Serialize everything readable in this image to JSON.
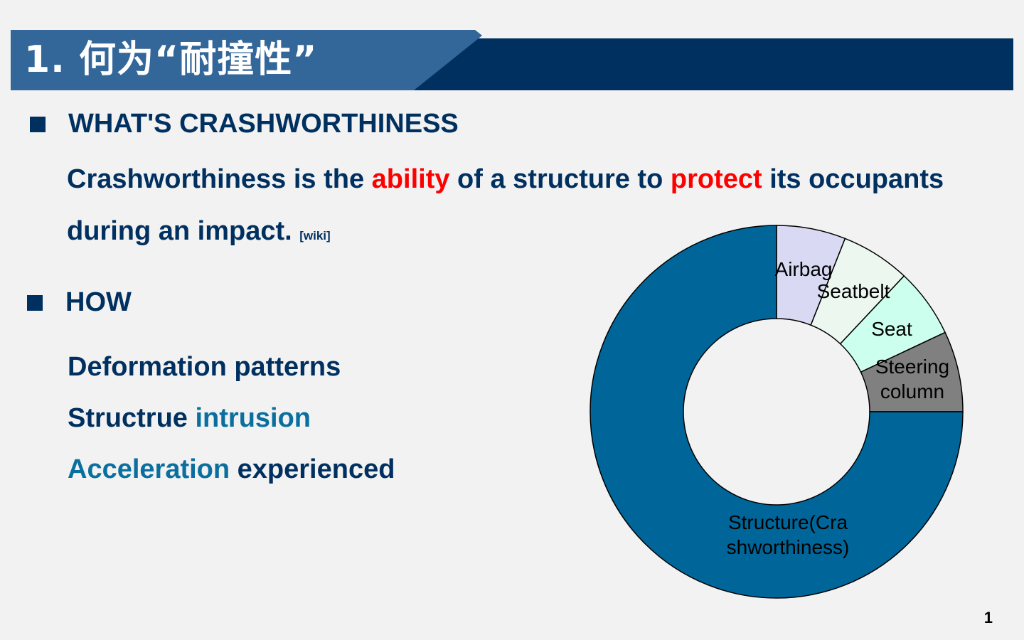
{
  "title": "1. 何为“耐撞性”",
  "section1": {
    "heading": "WHAT'S CRASHWORTHINESS",
    "line1": {
      "part1": "Crashworthiness is the ",
      "highlight1": "ability",
      "part2": " of a structure to ",
      "highlight2": "protect",
      "part3": " its occupants"
    },
    "line2": {
      "text": "during an impact. ",
      "ref": "[wiki]"
    }
  },
  "section2": {
    "heading": "HOW",
    "item1": "Deformation patterns",
    "item2": {
      "part1": "Structrue ",
      "highlight": "intrusion"
    },
    "item3": {
      "highlight": "Acceleration",
      "part2": " experienced"
    }
  },
  "page_number": "1",
  "colors": {
    "navy": "#00305f",
    "title_light": "#336699",
    "accent_red": "#ff0000",
    "accent_teal": "#0a6f9e"
  },
  "chart_data": {
    "type": "pie",
    "subtype": "donut",
    "title": "",
    "slices": [
      {
        "label": "Airbag",
        "value": 6,
        "color": "#d9d9f3"
      },
      {
        "label": "Seatbelt",
        "value": 6,
        "color": "#ecf7ef"
      },
      {
        "label": "Seat",
        "value": 6,
        "color": "#ccffee"
      },
      {
        "label": "Steering column",
        "value": 7,
        "color": "#808080"
      },
      {
        "label": "Structure(Crashworthiness)",
        "value": 75,
        "color": "#006699"
      }
    ],
    "legend": "none",
    "start_angle": "12 o'clock, clockwise"
  }
}
